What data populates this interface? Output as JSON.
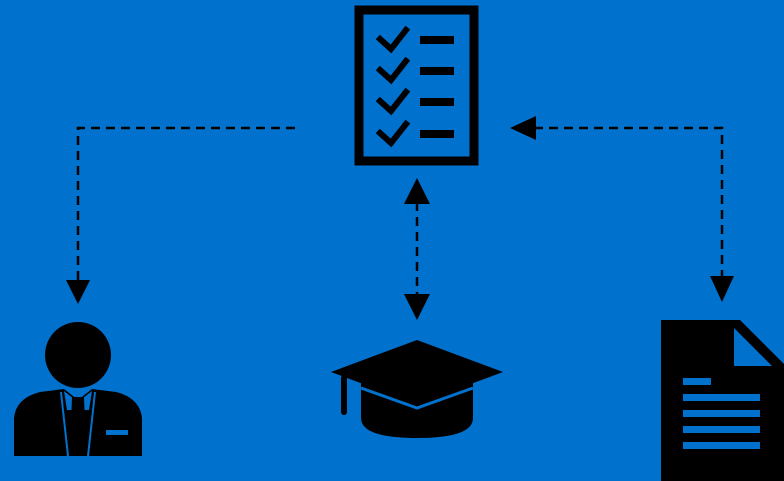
{
  "colors": {
    "background": "#0072CE",
    "ink": "#000000"
  },
  "nodes": [
    {
      "id": "checklist",
      "icon": "checklist-icon",
      "checked_items": 4
    },
    {
      "id": "person",
      "icon": "businessman-icon"
    },
    {
      "id": "education",
      "icon": "graduation-cap-icon"
    },
    {
      "id": "document",
      "icon": "document-icon"
    }
  ],
  "connections": [
    {
      "from": "checklist",
      "to": "person",
      "style": "dashed",
      "arrow": "end"
    },
    {
      "from": "checklist",
      "to": "education",
      "style": "dashed",
      "arrow": "both"
    },
    {
      "from": "document",
      "to": "checklist",
      "style": "dashed",
      "arrow": "both"
    }
  ]
}
